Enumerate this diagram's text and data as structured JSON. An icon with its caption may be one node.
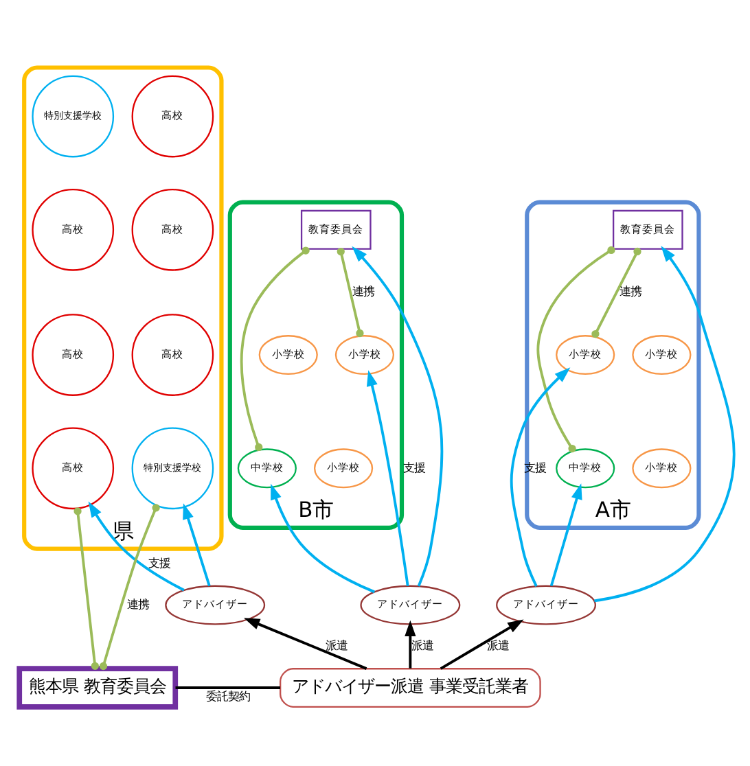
{
  "diagram": {
    "nodes": [
      {
        "text": [
          "県"
        ]
      },
      {
        "text": [
          "特別支援学校"
        ],
        "in": 0
      },
      {
        "text": [
          "高校"
        ],
        "in": 0
      },
      {
        "text": [
          "高校"
        ],
        "in": 0
      },
      {
        "text": [
          "高校"
        ],
        "in": 0
      },
      {
        "text": [
          "高校"
        ],
        "in": 0
      },
      {
        "text": [
          "高校"
        ],
        "in": 0
      },
      {
        "text": [
          "特別支援学校"
        ],
        "in": 0
      },
      {
        "text": [
          "高校"
        ],
        "in": 0
      },
      {
        "text": [
          "A市"
        ]
      },
      {
        "text": [
          "教育委員会"
        ],
        "in": 9
      },
      {
        "text": [
          "小学校"
        ],
        "in": 9
      },
      {
        "text": [
          "小学校"
        ],
        "in": 9
      },
      {
        "text": [
          "小学校"
        ],
        "in": 9
      },
      {
        "text": [
          "中学校"
        ],
        "in": 9
      },
      {
        "text": [
          "B市"
        ]
      },
      {
        "text": [
          "教育委員会"
        ],
        "in": 15
      },
      {
        "text": [
          "小学校"
        ],
        "in": 15
      },
      {
        "text": [
          "小学校"
        ],
        "in": 15
      },
      {
        "text": [
          "小学校"
        ],
        "in": 15
      },
      {
        "text": [
          "中学校"
        ],
        "in": 15
      },
      {
        "text": [
          "アドバイザー"
        ]
      },
      {
        "text": [
          "アドバイザー"
        ]
      },
      {
        "text": [
          "アドバイザー"
        ]
      },
      {
        "text": [
          "熊本県 教育委員会"
        ]
      },
      {
        "text": [
          "アドバイザー派遣 事業受託業者"
        ]
      }
    ],
    "edges": [
      {
        "from": 21,
        "to": 7,
        "arrow": "to"
      },
      {
        "from": 21,
        "to": 8,
        "arrow": "to",
        "label": "支援"
      },
      {
        "from": 22,
        "to": 10,
        "arrow": "to"
      },
      {
        "from": 22,
        "to": 12,
        "arrow": "to",
        "label": "支援"
      },
      {
        "from": 22,
        "to": 14,
        "arrow": "to"
      },
      {
        "from": 23,
        "to": 16,
        "arrow": "to"
      },
      {
        "from": 23,
        "to": 18,
        "arrow": "to",
        "label": "支援"
      },
      {
        "from": 23,
        "to": 20,
        "arrow": "to"
      },
      {
        "from": 24,
        "to": 7,
        "arrow": "other",
        "color": "#9bbb59",
        "label": "連携"
      },
      {
        "from": 24,
        "to": 8,
        "arrow": "other",
        "color": "#9bbb59"
      },
      {
        "from": 10,
        "to": 12,
        "arrow": "other",
        "color": "#9bbb59",
        "label": "連携"
      },
      {
        "from": 10,
        "to": 14,
        "arrow": "other",
        "color": "#9bbb59"
      },
      {
        "from": 16,
        "to": 18,
        "arrow": "other",
        "color": "#9bbb59",
        "label": "連携"
      },
      {
        "from": 16,
        "to": 20,
        "arrow": "other",
        "color": "#9bbb59"
      },
      {
        "from": 25,
        "to": 21,
        "arrow": "to",
        "color": "#000000",
        "label": "派遣"
      },
      {
        "from": 25,
        "to": 22,
        "arrow": "to",
        "color": "#000000",
        "label": "派遣"
      },
      {
        "from": 25,
        "to": 23,
        "arrow": "to",
        "color": "#000000",
        "label": "派遣"
      },
      {
        "from": 24,
        "to": 25,
        "arrow": "none",
        "color": "#000000",
        "label": "委託契約"
      }
    ]
  }
}
